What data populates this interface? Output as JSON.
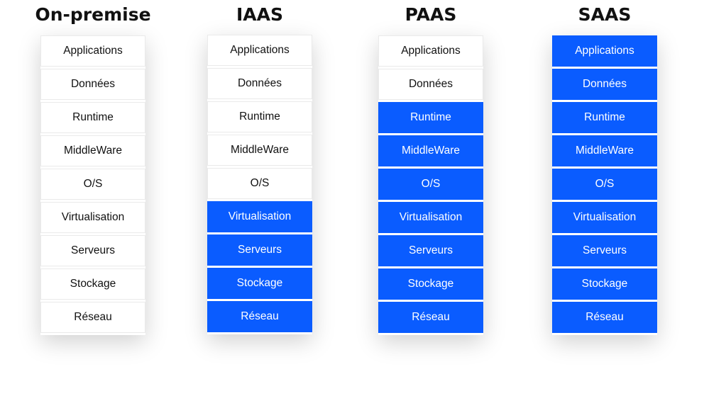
{
  "colors": {
    "provided": "#0a5cff",
    "managed": "#ffffff"
  },
  "models": [
    {
      "title": "On-premise",
      "layers": [
        {
          "label": "Applications",
          "provided": false
        },
        {
          "label": "Données",
          "provided": false
        },
        {
          "label": "Runtime",
          "provided": false
        },
        {
          "label": "MiddleWare",
          "provided": false
        },
        {
          "label": "O/S",
          "provided": false
        },
        {
          "label": "Virtualisation",
          "provided": false
        },
        {
          "label": "Serveurs",
          "provided": false
        },
        {
          "label": "Stockage",
          "provided": false
        },
        {
          "label": "Réseau",
          "provided": false
        }
      ]
    },
    {
      "title": "IAAS",
      "layers": [
        {
          "label": "Applications",
          "provided": false
        },
        {
          "label": "Données",
          "provided": false
        },
        {
          "label": "Runtime",
          "provided": false
        },
        {
          "label": "MiddleWare",
          "provided": false
        },
        {
          "label": "O/S",
          "provided": false
        },
        {
          "label": "Virtualisation",
          "provided": true
        },
        {
          "label": "Serveurs",
          "provided": true
        },
        {
          "label": "Stockage",
          "provided": true
        },
        {
          "label": "Réseau",
          "provided": true
        }
      ]
    },
    {
      "title": "PAAS",
      "layers": [
        {
          "label": "Applications",
          "provided": false
        },
        {
          "label": "Données",
          "provided": false
        },
        {
          "label": "Runtime",
          "provided": true
        },
        {
          "label": "MiddleWare",
          "provided": true
        },
        {
          "label": "O/S",
          "provided": true
        },
        {
          "label": "Virtualisation",
          "provided": true
        },
        {
          "label": "Serveurs",
          "provided": true
        },
        {
          "label": "Stockage",
          "provided": true
        },
        {
          "label": "Réseau",
          "provided": true
        }
      ]
    },
    {
      "title": "SAAS",
      "layers": [
        {
          "label": "Applications",
          "provided": true
        },
        {
          "label": "Données",
          "provided": true
        },
        {
          "label": "Runtime",
          "provided": true
        },
        {
          "label": "MiddleWare",
          "provided": true
        },
        {
          "label": "O/S",
          "provided": true
        },
        {
          "label": "Virtualisation",
          "provided": true
        },
        {
          "label": "Serveurs",
          "provided": true
        },
        {
          "label": "Stockage",
          "provided": true
        },
        {
          "label": "Réseau",
          "provided": true
        }
      ]
    }
  ]
}
